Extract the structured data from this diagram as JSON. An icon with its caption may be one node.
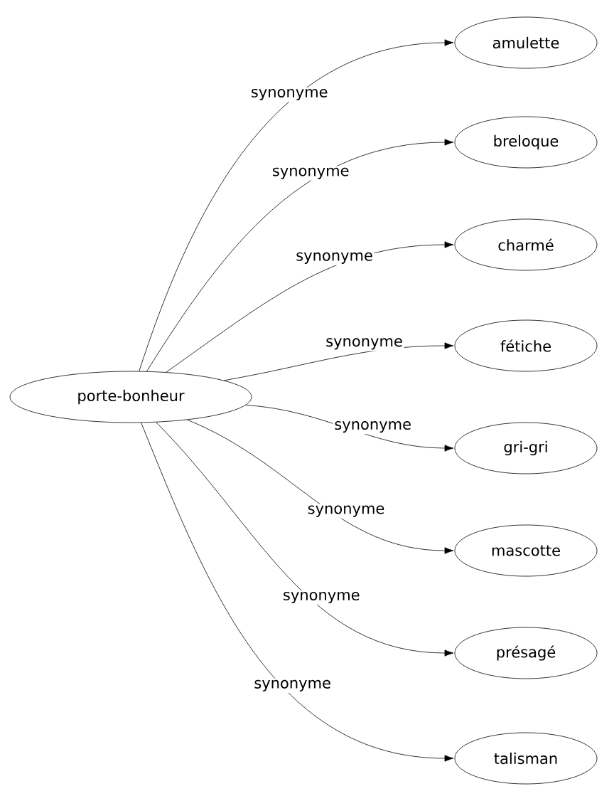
{
  "diagram": {
    "nodes": [
      {
        "text": [
          "porte-bonheur"
        ]
      },
      {
        "text": [
          "amulette"
        ]
      },
      {
        "text": [
          "breloque"
        ]
      },
      {
        "text": [
          "charmé"
        ]
      },
      {
        "text": [
          "fétiche"
        ]
      },
      {
        "text": [
          "gri-gri"
        ]
      },
      {
        "text": [
          "mascotte"
        ]
      },
      {
        "text": [
          "présagé"
        ]
      },
      {
        "text": [
          "talisman"
        ]
      }
    ],
    "edges": [
      {
        "from": 0,
        "to": 1,
        "arrow": "to",
        "label": "synonyme"
      },
      {
        "from": 0,
        "to": 2,
        "arrow": "to",
        "label": "synonyme"
      },
      {
        "from": 0,
        "to": 3,
        "arrow": "to",
        "label": "synonyme"
      },
      {
        "from": 0,
        "to": 4,
        "arrow": "to",
        "label": "synonyme"
      },
      {
        "from": 0,
        "to": 5,
        "arrow": "to",
        "label": "synonyme"
      },
      {
        "from": 0,
        "to": 6,
        "arrow": "to",
        "label": "synonyme"
      },
      {
        "from": 0,
        "to": 7,
        "arrow": "to",
        "label": "synonyme"
      },
      {
        "from": 0,
        "to": 8,
        "arrow": "to",
        "label": "synonyme"
      }
    ]
  }
}
